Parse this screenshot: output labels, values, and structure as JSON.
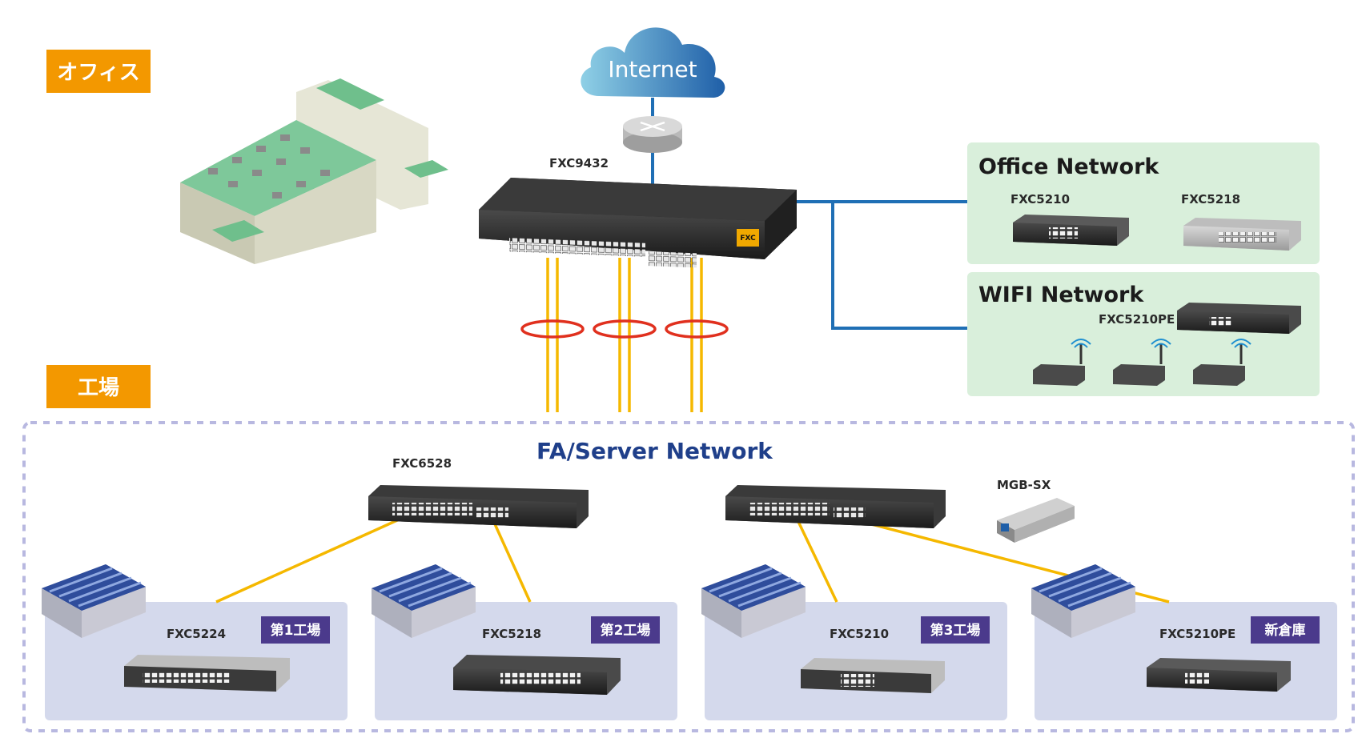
{
  "zones": {
    "office_tag": "オフィス",
    "factory_tag": "工場"
  },
  "internet": {
    "label": "Internet"
  },
  "core_switch": {
    "model": "FXC9432",
    "brand": "FXC"
  },
  "office_network": {
    "title": "Office Network",
    "devices": [
      "FXC5210",
      "FXC5218"
    ]
  },
  "wifi_network": {
    "title": "WIFI Network",
    "switch_model": "FXC5210PE"
  },
  "fa_network": {
    "title": "FA/Server Network",
    "switches": [
      "FXC6528"
    ],
    "module": "MGB-SX"
  },
  "sites": [
    {
      "badge": "第1工場",
      "model": "FXC5224"
    },
    {
      "badge": "第2工場",
      "model": "FXC5218"
    },
    {
      "badge": "第3工場",
      "model": "FXC5210"
    },
    {
      "badge": "新倉庫",
      "model": "FXC5210PE"
    }
  ],
  "colors": {
    "tag_orange": "#f39800",
    "cloud_light": "#7ec8e3",
    "cloud_dark": "#1f5fa8",
    "blue_link": "#1f6fb5",
    "yellow_link": "#f5b800",
    "lag_ring": "#e0301e",
    "office_panel": "#d9efdb",
    "site_panel": "#d4d9ec",
    "badge_purple": "#4b3a8c",
    "dash_border": "#b8b8e0"
  },
  "icons": [
    "cloud-icon",
    "router-icon",
    "office-building-icon",
    "factory-icon",
    "access-point-icon",
    "sfp-module-icon"
  ]
}
